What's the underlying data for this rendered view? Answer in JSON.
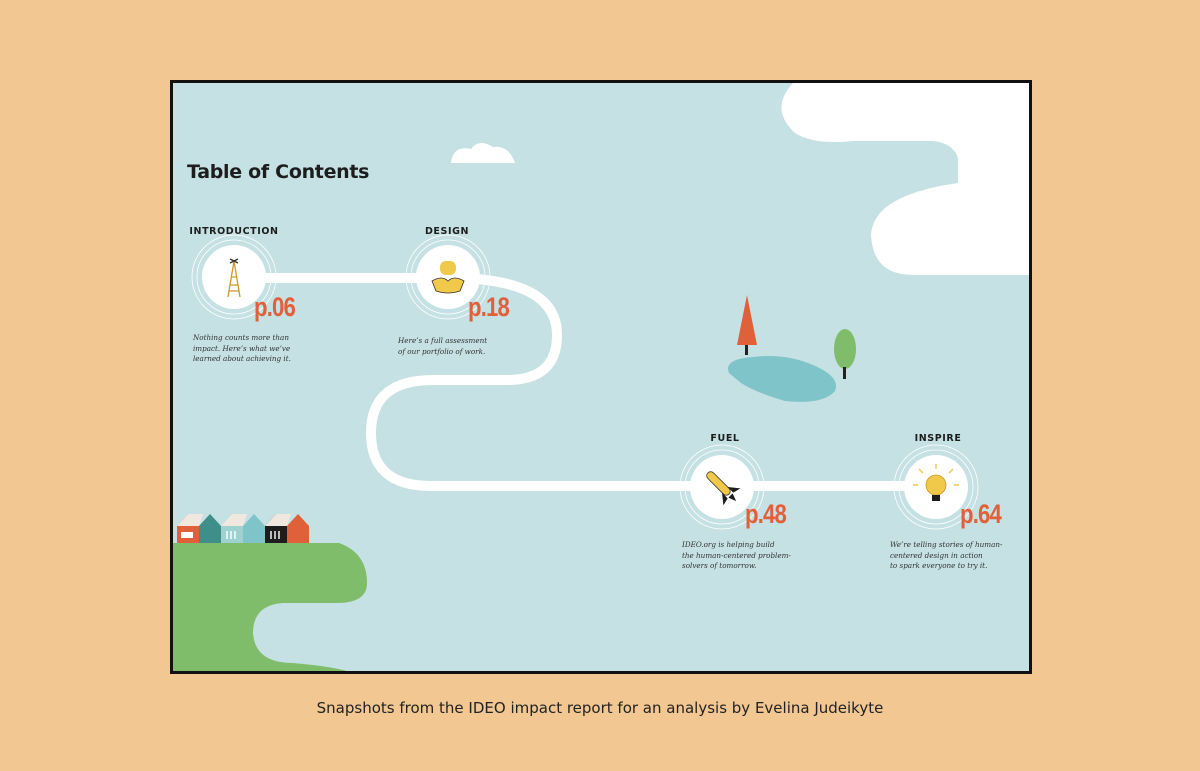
{
  "doc": {
    "title": "Table of Contents",
    "sections": [
      {
        "label": "INTRODUCTION",
        "page": "p.06",
        "description": "Nothing counts more than\nimpact. Here’s what we’ve\nlearned about achieving it.",
        "icon": "tower-icon"
      },
      {
        "label": "DESIGN",
        "page": "p.18",
        "description": "Here’s a full assessment\nof our portfolio of work.",
        "icon": "hands-icon"
      },
      {
        "label": "FUEL",
        "page": "p.48",
        "description": "IDEO.org is helping build\nthe human-centered problem-\nsolvers of tomorrow.",
        "icon": "rocket-icon"
      },
      {
        "label": "INSPIRE",
        "page": "p.64",
        "description": "We’re telling stories of human-\ncentered design in action\nto spark everyone to try it.",
        "icon": "lightbulb-icon"
      }
    ]
  },
  "caption": "Snapshots from the IDEO impact report for an analysis by Evelina Judeikyte",
  "colors": {
    "background": "#f2c791",
    "sky": "#c5e1e4",
    "accent": "#e0603a",
    "grass": "#7fbd6b",
    "pond": "#7ec4c8",
    "icon_yellow": "#f0c84a"
  }
}
